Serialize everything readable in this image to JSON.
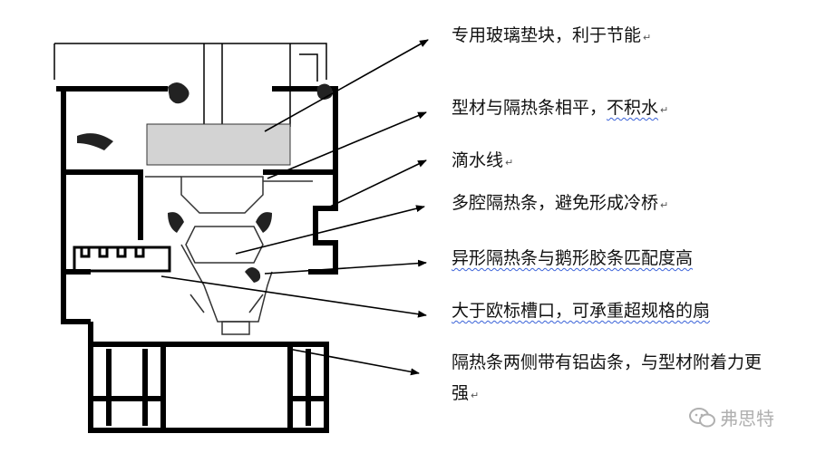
{
  "callouts": [
    {
      "text": "专用玻璃垫块，利于节能"
    },
    {
      "text_a": "型材与隔热条相平，",
      "text_b": "不积水"
    },
    {
      "text": "滴水线"
    },
    {
      "text": "多腔隔热条，避免形成冷桥"
    },
    {
      "text": "异形隔热条与鹅形胶条匹配度高"
    },
    {
      "text": "大于欧标槽口，可承重超规格的扇"
    },
    {
      "text": "隔热条两侧带有铝齿条，与型材附着力更强"
    }
  ],
  "paragraph_mark": "↵",
  "watermark": {
    "text": "弗思特",
    "icon": "wechat-icon"
  },
  "colors": {
    "profile": "#000000",
    "pad": "#d3d3d3",
    "underline": "#3a62d8"
  }
}
